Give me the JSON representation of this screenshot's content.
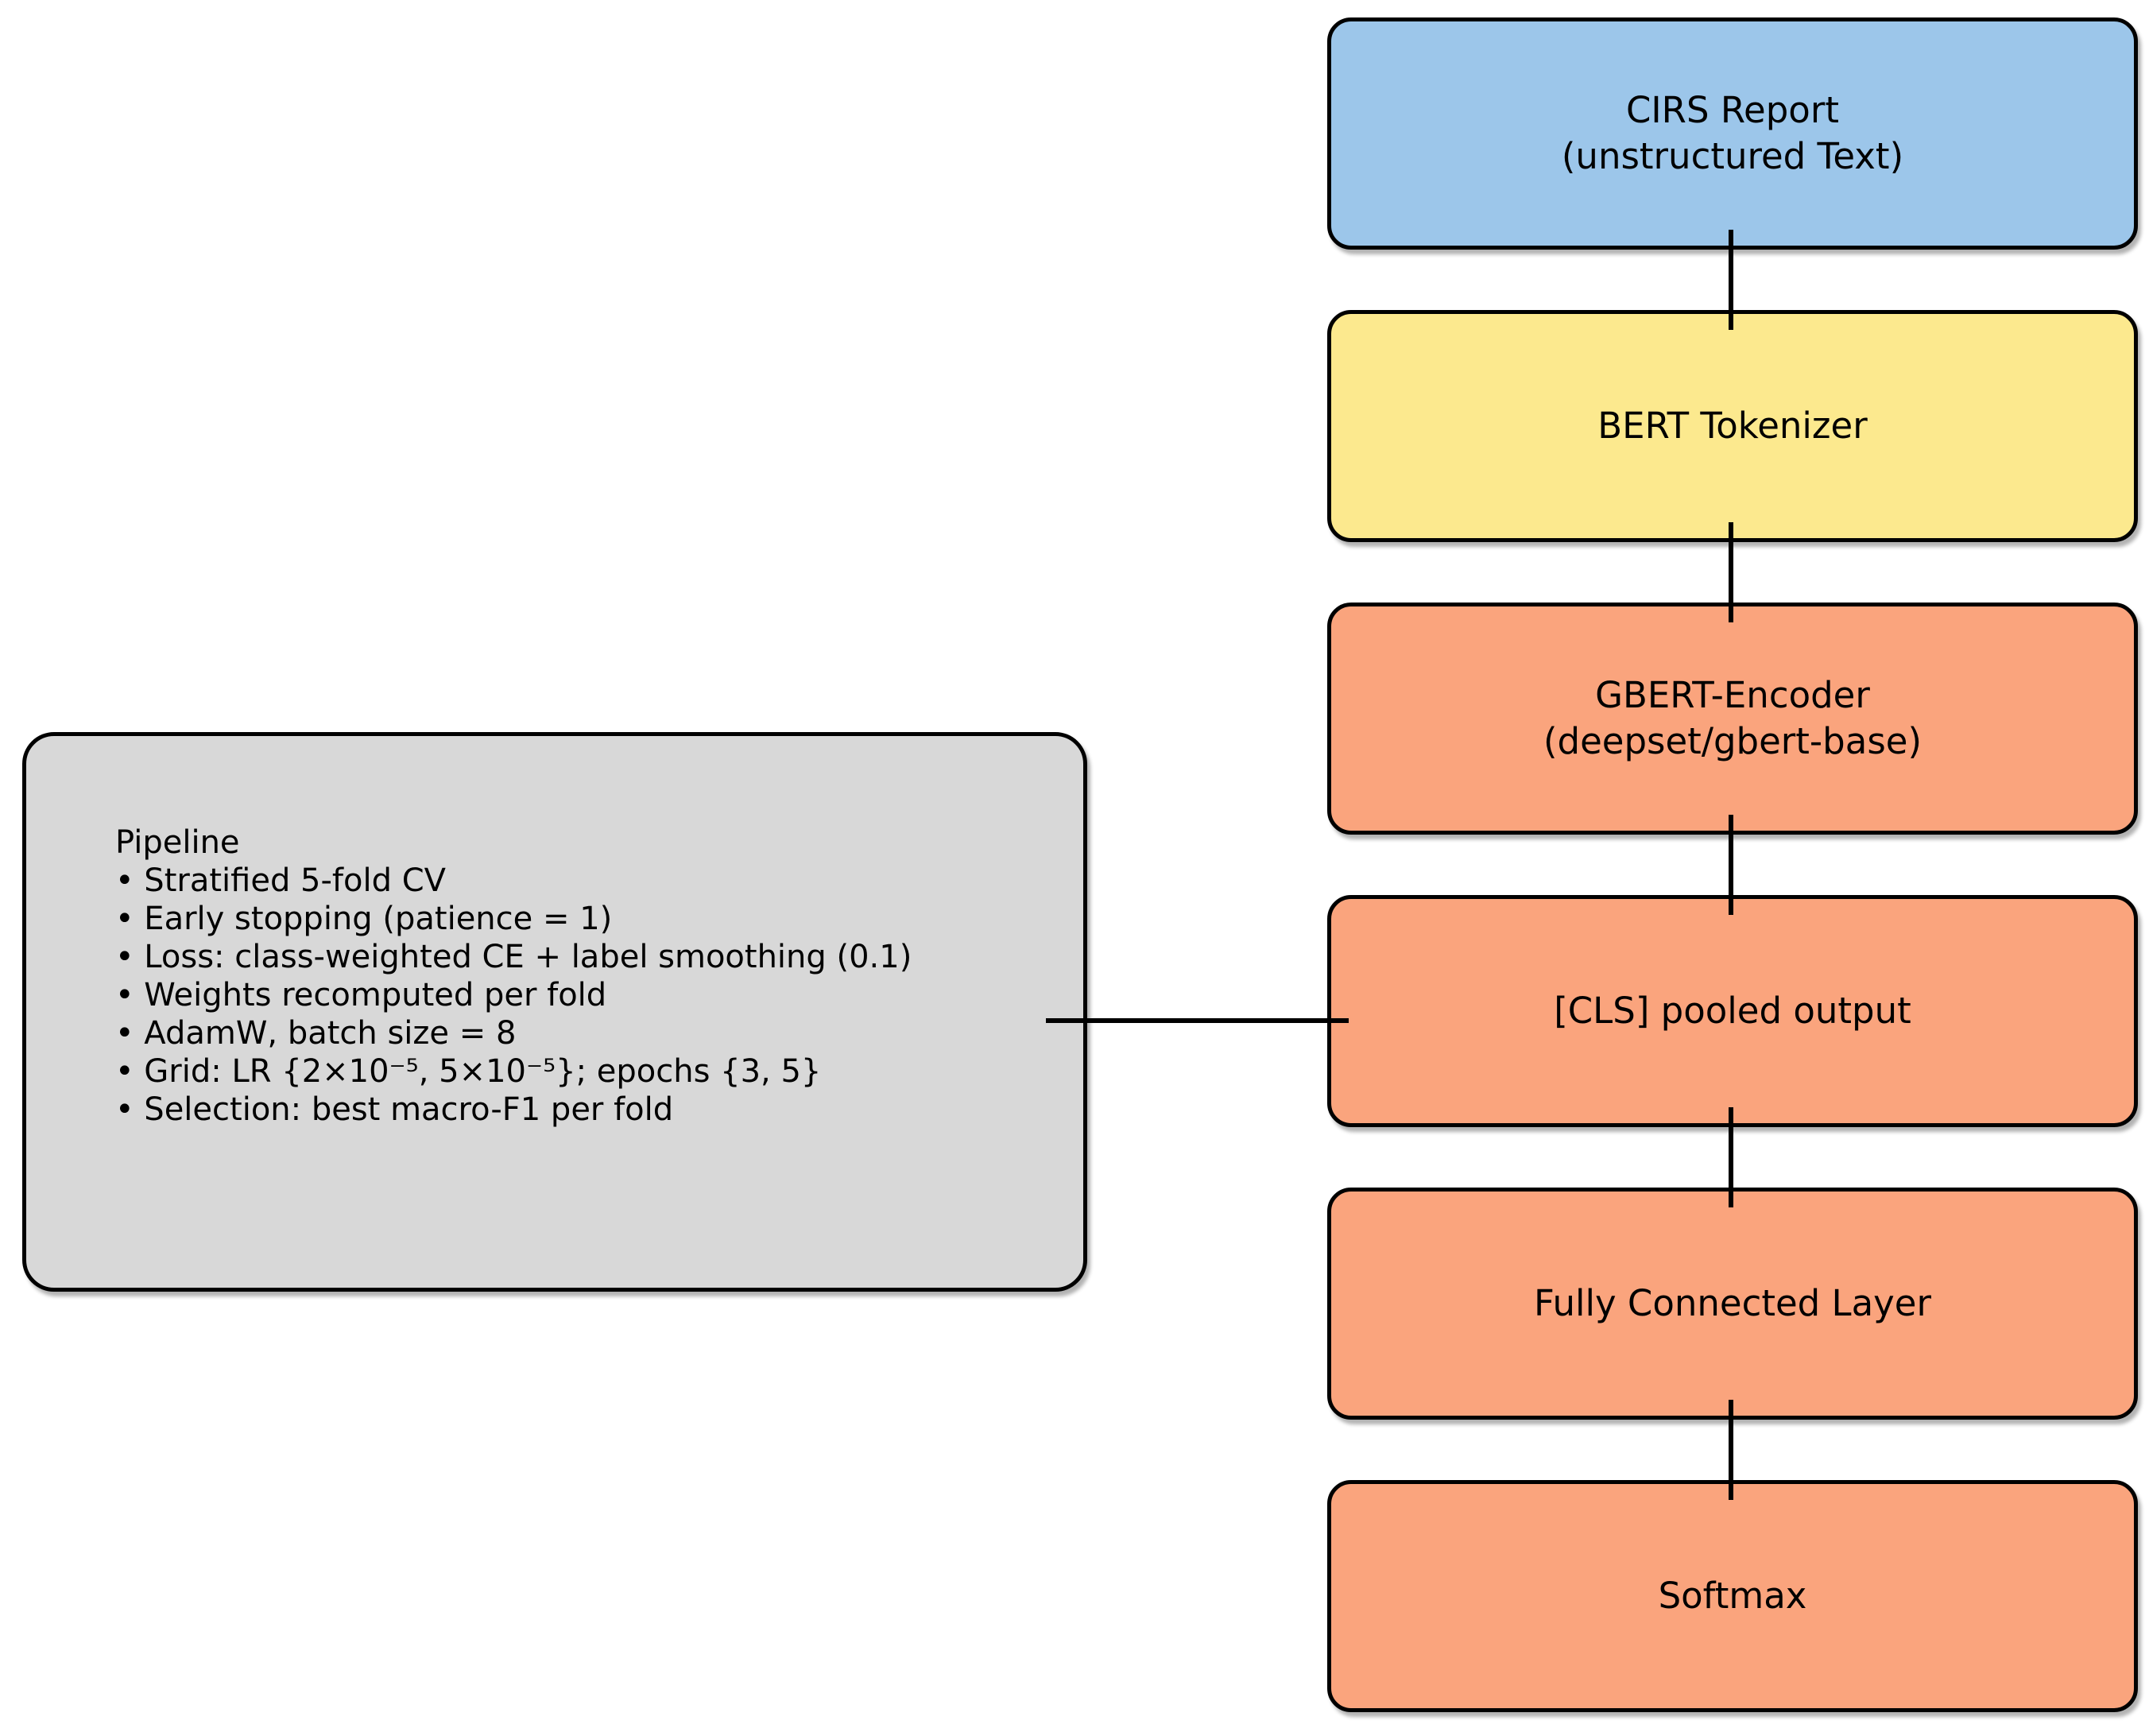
{
  "colors": {
    "background": "#FFFFFF",
    "node_blue": "#9CC6EA",
    "node_yellow": "#FCE98E",
    "node_salmon": "#FAA47D",
    "note_gray": "#D8D8D8",
    "border": "#000000",
    "connector": "#000000",
    "text": "#000000"
  },
  "flow": {
    "nodes": [
      {
        "id": "cirs-report",
        "label": "CIRS Report\n(unstructured Text)",
        "fill": "#9CC6EA"
      },
      {
        "id": "bert-tokenizer",
        "label": "BERT Tokenizer",
        "fill": "#FCE98E"
      },
      {
        "id": "gbert-encoder",
        "label": "GBERT-Encoder\n(deepset/gbert-base)",
        "fill": "#FAA47D"
      },
      {
        "id": "cls-pooled-output",
        "label": "[CLS] pooled output",
        "fill": "#FAA47D"
      },
      {
        "id": "fully-connected-layer",
        "label": "Fully Connected Layer",
        "fill": "#FAA47D"
      },
      {
        "id": "softmax",
        "label": "Softmax",
        "fill": "#FAA47D"
      }
    ],
    "edges": [
      {
        "from": "cirs-report",
        "to": "bert-tokenizer"
      },
      {
        "from": "bert-tokenizer",
        "to": "gbert-encoder"
      },
      {
        "from": "gbert-encoder",
        "to": "cls-pooled-output"
      },
      {
        "from": "cls-pooled-output",
        "to": "fully-connected-layer"
      },
      {
        "from": "fully-connected-layer",
        "to": "softmax"
      },
      {
        "from": "pipeline-note",
        "to": "cls-pooled-output"
      }
    ]
  },
  "note": {
    "title": "Pipeline",
    "bullets": [
      "• Stratified 5-fold CV",
      "• Early stopping (patience = 1)",
      "• Loss: class-weighted CE + label smoothing (0.1)",
      "• Weights recomputed per fold",
      "• AdamW, batch size = 8",
      "• Grid: LR {2×10⁻⁵, 5×10⁻⁵}; epochs {3, 5}",
      "• Selection: best macro-F1 per fold"
    ]
  }
}
